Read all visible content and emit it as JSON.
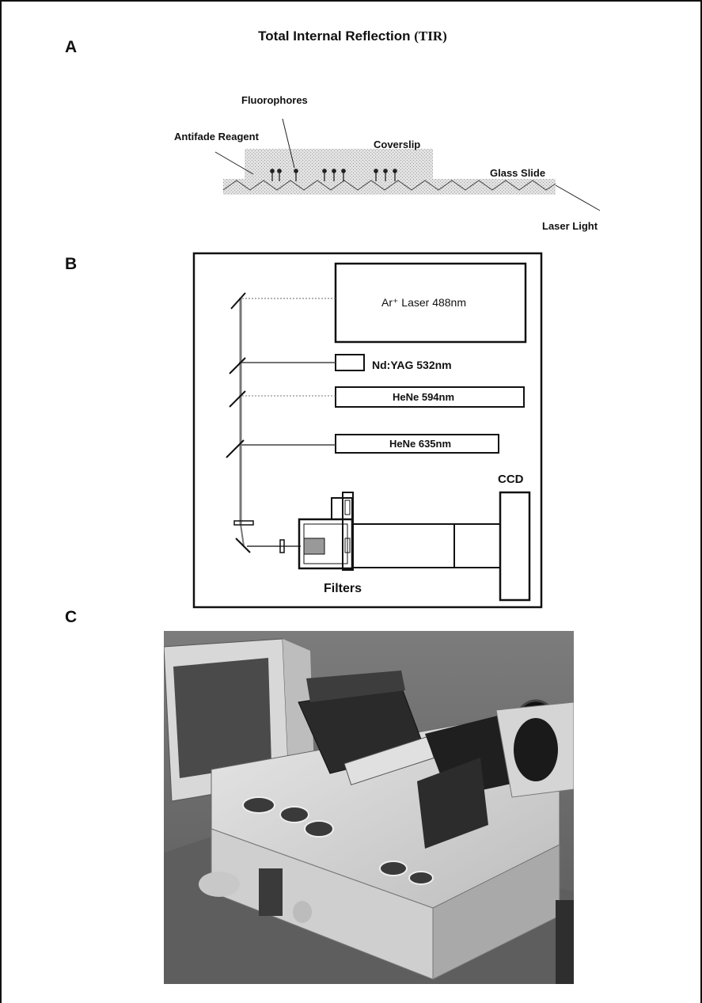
{
  "panels": {
    "a": "A",
    "b": "B",
    "c": "C"
  },
  "panel_a": {
    "title_prefix": "Total Internal Reflection ",
    "title_abbr": "(TIR)",
    "labels": {
      "fluorophores": "Fluorophores",
      "antifade": "Antifade Reagent",
      "coverslip": "Coverslip",
      "glass_slide": "Glass Slide",
      "laser_light": "Laser Light"
    }
  },
  "panel_b": {
    "lasers": {
      "ar": "Ar⁺ Laser 488nm",
      "ndyag": "Nd:YAG 532nm",
      "hene594": "HeNe 594nm",
      "hene635": "HeNe 635nm"
    },
    "ccd": "CCD",
    "filters": "Filters"
  },
  "panel_c": {
    "photo_subject": "photograph of TIR microscope setup with lasers, monitor and CCD camera"
  }
}
